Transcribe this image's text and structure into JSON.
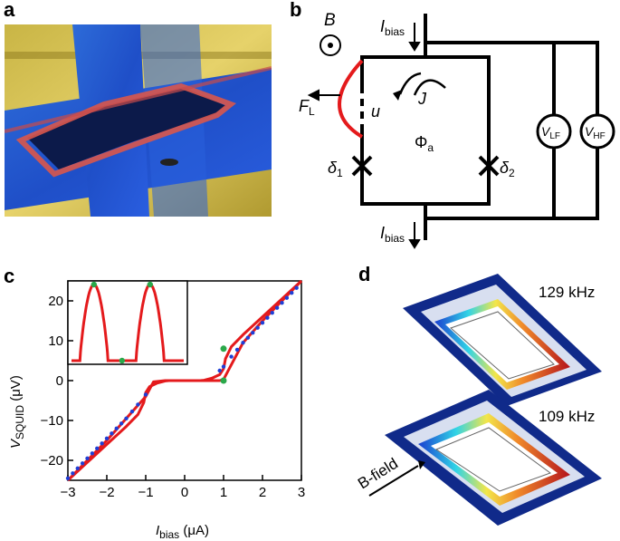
{
  "panels": {
    "a": {
      "letter": "a"
    },
    "b": {
      "letter": "b"
    },
    "c": {
      "letter": "c"
    },
    "d": {
      "letter": "d"
    }
  },
  "circuit": {
    "field_symbol": "B",
    "bias_main": "I",
    "bias_sub": "bias",
    "force_main": "F",
    "force_sub": "L",
    "displacement": "u",
    "current": "J",
    "flux_main": "Φ",
    "flux_sub": "a",
    "junction1_main": "δ",
    "junction1_sub": "1",
    "junction2_main": "δ",
    "junction2_sub": "2",
    "meter_lf_main": "V",
    "meter_lf_sub": "LF",
    "meter_hf_main": "V",
    "meter_hf_sub": "HF"
  },
  "chart_data": {
    "type": "line",
    "ylabel_main": "V",
    "ylabel_sub": "SQUID",
    "ylabel_unit": " (μV)",
    "xlabel_main": "I",
    "xlabel_sub": "bias",
    "xlabel_unit": " (μA)",
    "xlim": [
      -3,
      3
    ],
    "ylim": [
      -25,
      25
    ],
    "xticks": [
      "−3",
      "−2",
      "−1",
      "0",
      "1",
      "2",
      "3"
    ],
    "yticks": [
      "−20",
      "−10",
      "0",
      "10",
      "20"
    ],
    "series": [
      {
        "style": "solid",
        "color": "#e41a1c",
        "x": [
          -3,
          -2.5,
          -2,
          -1.5,
          -1.2,
          -1.05,
          -1.0,
          -0.9,
          -0.7,
          -0.5,
          -0.4,
          -0.3,
          0.3,
          0.9,
          1.0,
          1.2,
          1.5,
          2,
          2.5,
          3
        ],
        "y": [
          -25,
          -20.5,
          -16,
          -11.5,
          -8.5,
          -5.5,
          -3,
          -1.5,
          -0.6,
          -0.1,
          0,
          0,
          0,
          0,
          0.3,
          4,
          9.5,
          15,
          20,
          25
        ]
      },
      {
        "style": "solid",
        "color": "#e41a1c",
        "x": [
          -3,
          -2.5,
          -2,
          -1.5,
          -1.0,
          -0.8,
          -0.5,
          -0.3,
          -0.3,
          0.3,
          0.4,
          0.5,
          0.7,
          0.9,
          1.0,
          1.05,
          1.2,
          1.5,
          2,
          2.5,
          3
        ],
        "y": [
          -25,
          -20,
          -15,
          -9.5,
          -4,
          -0.3,
          0,
          0,
          0,
          0,
          0,
          0.1,
          0.6,
          1.5,
          3,
          5.5,
          8.5,
          11.5,
          16,
          20.5,
          25
        ]
      },
      {
        "style": "dotted",
        "color": "#1f3fd6",
        "x": [
          -3,
          -2.5,
          -2,
          -1.5,
          -1.2,
          -1.0,
          -0.9,
          0.9,
          1.0,
          1.2,
          1.5,
          2,
          2.5,
          3
        ],
        "y": [
          -24.5,
          -19.5,
          -14.5,
          -9.5,
          -6,
          -3.5,
          -2.5,
          2.5,
          3.5,
          6,
          9.5,
          14.5,
          19.5,
          24.5
        ]
      }
    ],
    "markers": {
      "color": "#2aa84a",
      "x": [
        1.0,
        1.0
      ],
      "y": [
        8,
        0
      ]
    },
    "inset": {
      "x": [
        0,
        1,
        2,
        3,
        4,
        5,
        6,
        7,
        8,
        9,
        10,
        11,
        12,
        13,
        14,
        15,
        16,
        17,
        18,
        19,
        20
      ],
      "y": [
        0.02,
        0.2,
        0.55,
        0.85,
        1.0,
        0.85,
        0.55,
        0.2,
        0.02,
        0.0,
        0.02,
        0.2,
        0.55,
        0.85,
        1.0,
        0.85,
        0.55,
        0.2,
        0.02,
        0.0,
        0.02
      ],
      "marker_x": [
        4,
        9,
        14
      ],
      "marker_y": [
        1.0,
        0.0,
        1.0
      ]
    }
  },
  "mechanics": {
    "mode_upper": "129 kHz",
    "mode_lower": "109 kHz",
    "field_label": "B-field"
  }
}
